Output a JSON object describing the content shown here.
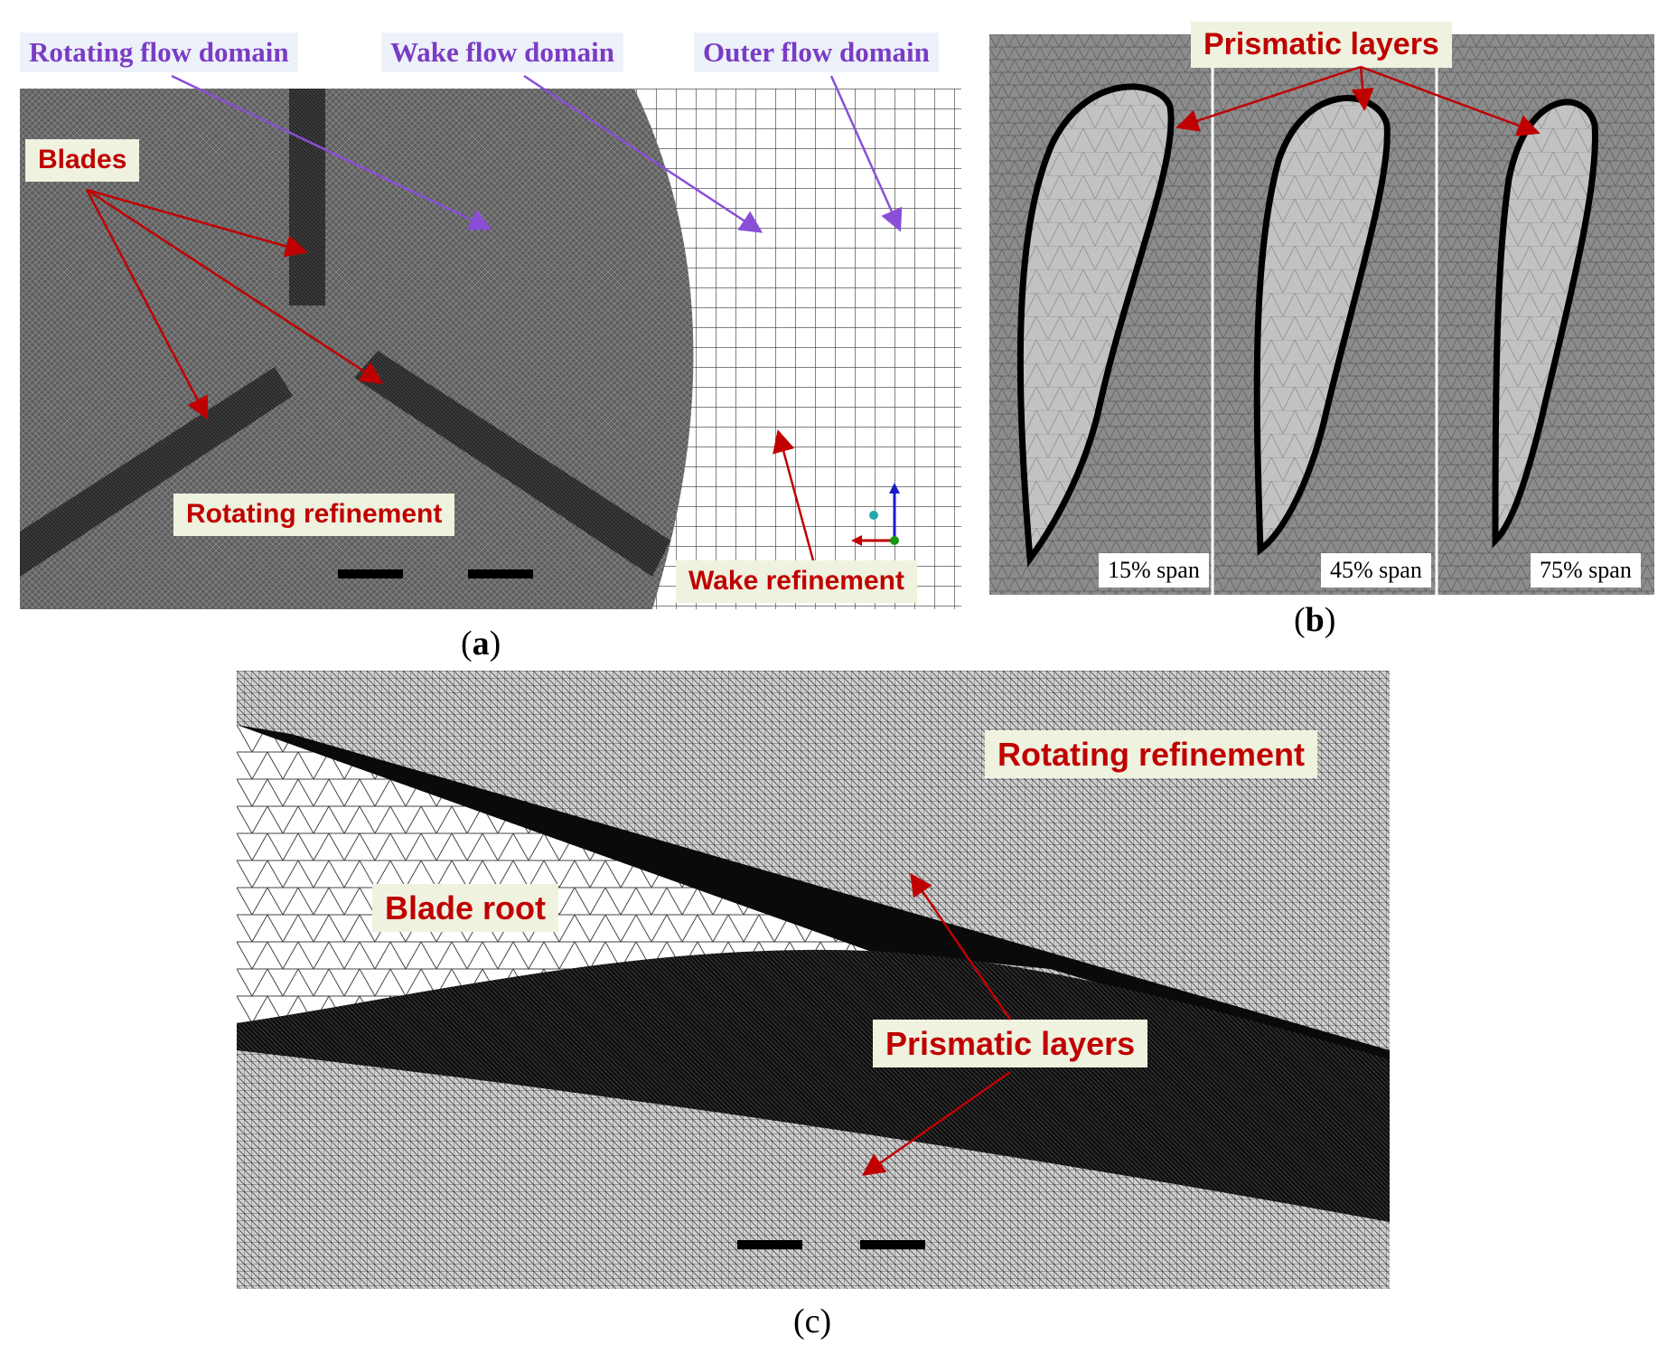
{
  "panel_a": {
    "domain_labels": {
      "rotating": "Rotating flow domain",
      "wake": "Wake flow domain",
      "outer": "Outer flow domain"
    },
    "callouts": {
      "blades": "Blades",
      "rotating_refinement": "Rotating refinement",
      "wake_refinement": "Wake refinement"
    },
    "caption_open": "(",
    "caption_letter": "a",
    "caption_close": ")"
  },
  "panel_b": {
    "callout": "Prismatic layers",
    "span_labels": [
      "15% span",
      "45% span",
      "75% span"
    ],
    "caption_open": "(",
    "caption_letter": "b",
    "caption_close": ")"
  },
  "panel_c": {
    "callouts": {
      "rotating_refinement": "Rotating refinement",
      "blade_root": "Blade root",
      "prismatic_layers": "Prismatic layers"
    },
    "caption": "(c)"
  },
  "colors": {
    "callout_text": "#c00000",
    "callout_bg": "#eef2df",
    "domain_text": "#7a3cc4",
    "domain_bg": "#edf1fa",
    "arrow_red": "#c00000",
    "arrow_purple": "#8a4fd6"
  }
}
